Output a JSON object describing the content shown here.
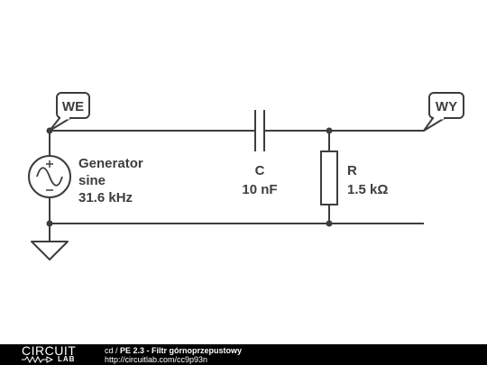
{
  "ports": {
    "input": "WE",
    "output": "WY"
  },
  "generator": {
    "name": "Generator",
    "type": "sine",
    "frequency": "31.6 kHz"
  },
  "capacitor": {
    "ref": "C",
    "value": "10 nF"
  },
  "resistor": {
    "ref": "R",
    "value": "1.5 kΩ"
  },
  "footer": {
    "logo_main": "CIRCUIT",
    "logo_sub": "LAB",
    "path_prefix": "cd /",
    "title": "PE 2.3 - Filtr górnoprzepustowy",
    "url": "http://circuitlab.com/cc9p93n"
  },
  "colors": {
    "wire": "#3d3d3d",
    "footer_bg": "#000000",
    "footer_text": "#ffffff"
  }
}
